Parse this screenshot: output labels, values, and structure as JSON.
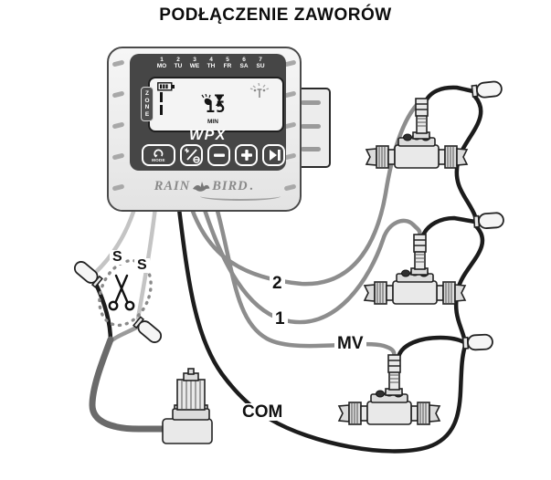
{
  "title": "PODŁĄCZENIE ZAWORÓW",
  "controller": {
    "model": "WPX",
    "brand": {
      "word1": "RAIN",
      "word2": "BIRD",
      "period": "."
    },
    "calendar": {
      "days": [
        {
          "num": "1",
          "abbr": "MO"
        },
        {
          "num": "2",
          "abbr": "TU"
        },
        {
          "num": "3",
          "abbr": "WE"
        },
        {
          "num": "4",
          "abbr": "TH"
        },
        {
          "num": "5",
          "abbr": "FR"
        },
        {
          "num": "6",
          "abbr": "SA"
        },
        {
          "num": "7",
          "abbr": "SU"
        }
      ]
    },
    "lcd": {
      "zone_letters": [
        "Z",
        "O",
        "N",
        "E"
      ],
      "duration_value": "15",
      "duration_unit": "MIN",
      "icons": [
        "battery-icon",
        "zone-indicator-ticks",
        "watering-hand-icon",
        "hourglass-icon",
        "sprinkler-spray-icon"
      ]
    },
    "buttons": {
      "mode_label": "MODE",
      "icons": [
        "mode-cycle-icon",
        "start-stop-icon",
        "minus-icon",
        "plus-icon",
        "manual-start-icon"
      ]
    }
  },
  "wire_labels": {
    "sensor_1": "S",
    "sensor_2": "S",
    "zone_2": "2",
    "zone_1": "1",
    "master_valve": "MV",
    "common": "COM"
  },
  "colors": {
    "panel_dark": "#464646",
    "wire_light_gray": "#c4c4c4",
    "wire_gray": "#8d8d8d",
    "wire_dark_gray": "#6a6a6a",
    "wire_black": "#1c1c1c",
    "label_text": "#111111"
  }
}
